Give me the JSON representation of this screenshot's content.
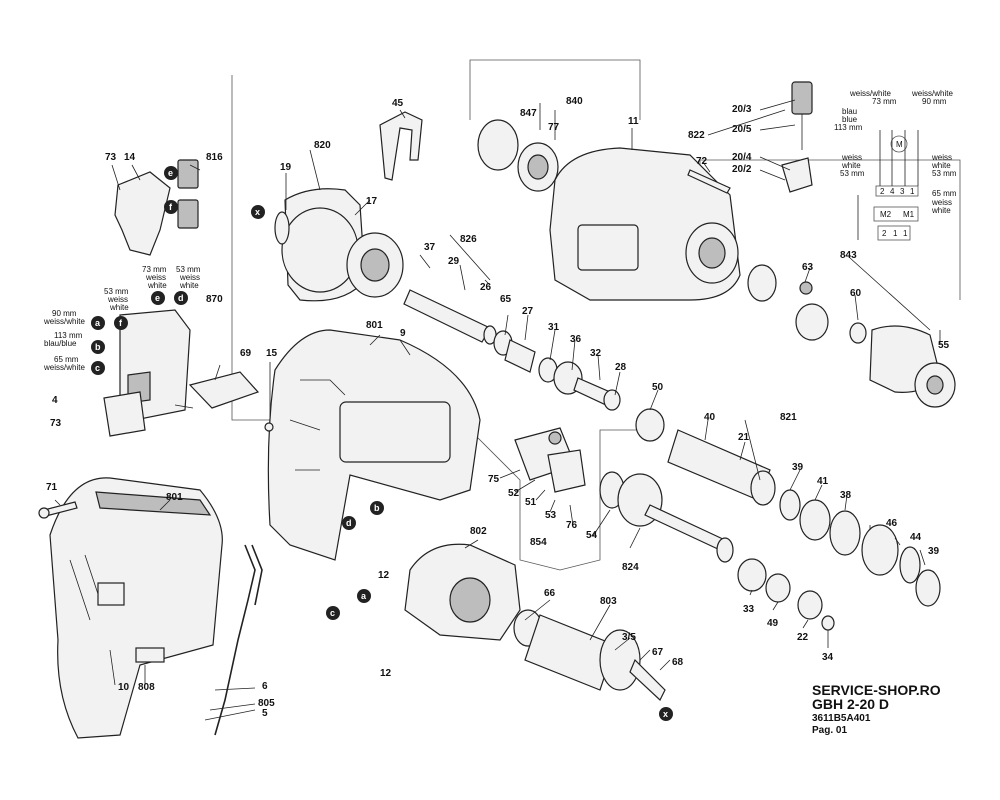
{
  "footer": {
    "shop": "SERVICE-SHOP.RO",
    "model": "GBH 2-20 D",
    "code": "3611B5A401",
    "page": "Pag. 01"
  },
  "badges": [
    "a",
    "b",
    "c",
    "d",
    "e",
    "f",
    "x"
  ],
  "parts": [
    "45",
    "840",
    "847",
    "77",
    "11",
    "822",
    "20/3",
    "20/5",
    "20/4",
    "20/2",
    "72",
    "73",
    "14",
    "816",
    "820",
    "19",
    "17",
    "37",
    "826",
    "29",
    "26",
    "65",
    "27",
    "63",
    "843",
    "60",
    "55",
    "31",
    "36",
    "32",
    "28",
    "50",
    "40",
    "821",
    "21",
    "39",
    "41",
    "38",
    "46",
    "44",
    "870",
    "69",
    "15",
    "801",
    "9",
    "4",
    "71",
    "75",
    "52",
    "51",
    "53",
    "76",
    "854",
    "54",
    "824",
    "33",
    "49",
    "22",
    "34",
    "802",
    "12",
    "66",
    "803",
    "3/5",
    "67",
    "68",
    "10",
    "808",
    "6",
    "805",
    "5"
  ],
  "wiring_notes": {
    "left": [
      "53 mm",
      "weiss",
      "white",
      "73 mm",
      "weiss",
      "white",
      "53 mm",
      "weiss",
      "white",
      "90 mm",
      "weiss/white",
      "113 mm",
      "blau/blue",
      "65 mm",
      "weiss/white"
    ],
    "right": [
      "weiss/white",
      "73 mm",
      "weiss/white",
      "90 mm",
      "blau",
      "blue",
      "113 mm",
      "weiss",
      "white",
      "53 mm",
      "weiss",
      "white",
      "53 mm",
      "65 mm",
      "weiss",
      "white"
    ],
    "terminals": [
      "2",
      "4",
      "3",
      "1"
    ],
    "motor": "M",
    "motor_terminals": [
      "M2",
      "M1"
    ],
    "switch_terminals": [
      "2",
      "1",
      "1"
    ]
  }
}
